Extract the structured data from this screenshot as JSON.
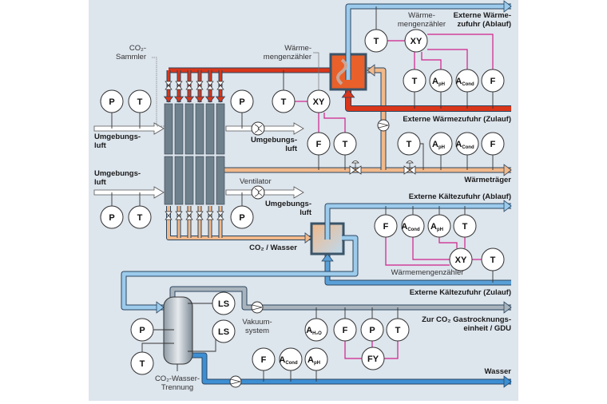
{
  "colors": {
    "background": "#dde5ed",
    "hot": "#d9361a",
    "warm": "#f2b98a",
    "cold": "#5aa0d8",
    "cold_light": "#9ccbec",
    "gas": "#aab4bd",
    "signal": "#d0208a",
    "column": "#6f808d"
  },
  "labels": {
    "co2_collector": [
      "CO₂-",
      "Sammler"
    ],
    "heat_meter_1": [
      "Wärme-",
      "mengenzähler"
    ],
    "heat_meter_2": [
      "Wärme-",
      "mengenzähler"
    ],
    "heat_meter_3": "Wärmemengenzähler",
    "ambient_air_in_1": [
      "Umgebungs-",
      "luft"
    ],
    "ambient_air_in_2": [
      "Umgebungs-",
      "luft"
    ],
    "ambient_air_out_1": [
      "Umgebungs-",
      "luft"
    ],
    "ambient_air_out_2": [
      "Umgebungs-",
      "luft"
    ],
    "fan": "Ventilator",
    "ext_heat_out": [
      "Externe Wärme-",
      "zufuhr (Ablauf)"
    ],
    "ext_heat_in": "Externe Wärmezufuhr (Zulauf)",
    "heat_carrier": "Wärmeträger",
    "ext_cold_out": "Externe Kältezufuhr (Ablauf)",
    "ext_cold_in": "Externe Kältezufuhr (Zulauf)",
    "co2_water": "CO₂ / Wasser",
    "vacuum": [
      "Vakuum-",
      "system"
    ],
    "gdu": [
      "Zur CO₂ Gastrocknungs-",
      "einheit / GDU"
    ],
    "water": "Wasser",
    "separator": [
      "CO₂-Wasser-",
      "Trennung"
    ]
  },
  "instruments": [
    {
      "tag": "P",
      "sub": ""
    },
    {
      "tag": "T",
      "sub": ""
    },
    {
      "tag": "P",
      "sub": ""
    },
    {
      "tag": "T",
      "sub": ""
    },
    {
      "tag": "P",
      "sub": ""
    },
    {
      "tag": "T",
      "sub": ""
    },
    {
      "tag": "XY",
      "sub": ""
    },
    {
      "tag": "F",
      "sub": ""
    },
    {
      "tag": "T",
      "sub": ""
    },
    {
      "tag": "P",
      "sub": ""
    },
    {
      "tag": "T",
      "sub": ""
    },
    {
      "tag": "XY",
      "sub": ""
    },
    {
      "tag": "T",
      "sub": ""
    },
    {
      "tag": "A",
      "sub": "pH"
    },
    {
      "tag": "A",
      "sub": "Cond"
    },
    {
      "tag": "F",
      "sub": ""
    },
    {
      "tag": "T",
      "sub": ""
    },
    {
      "tag": "A",
      "sub": "pH"
    },
    {
      "tag": "A",
      "sub": "Cond"
    },
    {
      "tag": "F",
      "sub": ""
    },
    {
      "tag": "F",
      "sub": ""
    },
    {
      "tag": "A",
      "sub": "Cond"
    },
    {
      "tag": "A",
      "sub": "pH"
    },
    {
      "tag": "T",
      "sub": ""
    },
    {
      "tag": "XY",
      "sub": ""
    },
    {
      "tag": "T",
      "sub": ""
    },
    {
      "tag": "LS",
      "sub": ""
    },
    {
      "tag": "LS",
      "sub": ""
    },
    {
      "tag": "P",
      "sub": ""
    },
    {
      "tag": "T",
      "sub": ""
    },
    {
      "tag": "A",
      "sub": "H₂O"
    },
    {
      "tag": "F",
      "sub": ""
    },
    {
      "tag": "P",
      "sub": ""
    },
    {
      "tag": "T",
      "sub": ""
    },
    {
      "tag": "FY",
      "sub": ""
    },
    {
      "tag": "F",
      "sub": ""
    },
    {
      "tag": "A",
      "sub": "Cond"
    },
    {
      "tag": "A",
      "sub": "pH"
    }
  ]
}
